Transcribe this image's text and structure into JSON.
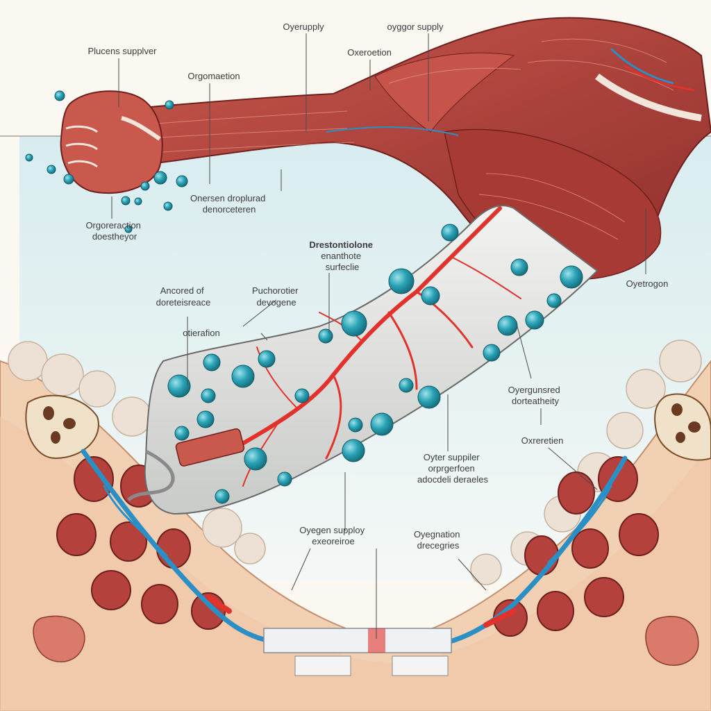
{
  "colors": {
    "background": "#fbf8f2",
    "panel": "#e4f1f2",
    "muscle": "#b5413d",
    "muscle_light": "#d97a6a",
    "vessel_red": "#e2322b",
    "vessel_blue": "#2a8fc4",
    "bubble": "#2aa3b6",
    "tissue": "#f2d0b4",
    "fat": "#e9ddd0"
  },
  "labels": [
    {
      "id": "l1",
      "lines": [
        "Plucens supplver"
      ]
    },
    {
      "id": "l2",
      "lines": [
        "Oyerupply"
      ]
    },
    {
      "id": "l3",
      "lines": [
        "oyggor supply"
      ]
    },
    {
      "id": "l4",
      "lines": [
        "Oxeroetion"
      ]
    },
    {
      "id": "l5",
      "lines": [
        "Orgomaetion"
      ]
    },
    {
      "id": "l6",
      "lines": [
        "Onersen droplurad",
        "denorceteren"
      ]
    },
    {
      "id": "l7",
      "lines": [
        "Orgoreraction",
        "doestheyor"
      ]
    },
    {
      "id": "l8",
      "lines": [
        "Drestontiolone",
        "enanthote",
        "surfeclie"
      ]
    },
    {
      "id": "l9",
      "lines": [
        "Oyetrogon"
      ]
    },
    {
      "id": "l10",
      "lines": [
        "Ancored of",
        "doreteisreace"
      ]
    },
    {
      "id": "l11",
      "lines": [
        "Puchorotier",
        "devogene"
      ]
    },
    {
      "id": "l12",
      "lines": [
        "otierafion"
      ]
    },
    {
      "id": "l13",
      "lines": [
        "Oyergunsred",
        "dorteatheity"
      ]
    },
    {
      "id": "l14",
      "lines": [
        "Oxreretien"
      ]
    },
    {
      "id": "l15",
      "lines": [
        "Oyter suppiler",
        "orprgerfoen",
        "adocdeli deraeles"
      ]
    },
    {
      "id": "l16",
      "lines": [
        "Oyegen supploy",
        "exeoreiroe"
      ]
    },
    {
      "id": "l17",
      "lines": [
        "Oyegnation",
        "drecegries"
      ]
    }
  ]
}
